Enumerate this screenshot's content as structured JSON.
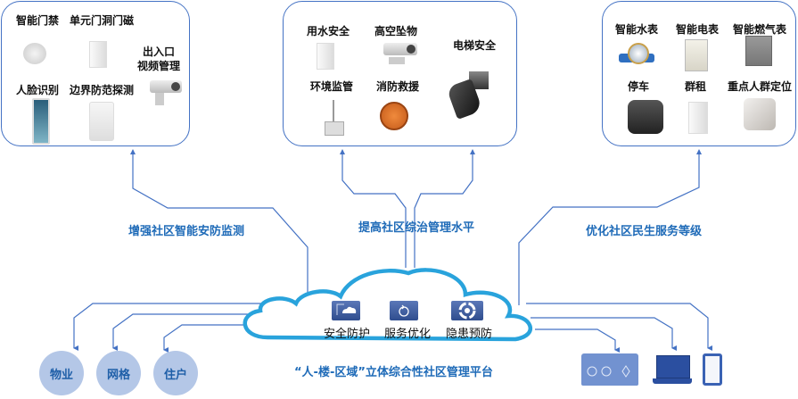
{
  "modules": {
    "security": {
      "items": [
        {
          "label": "智能门禁",
          "icon": "smoke-detector-icon"
        },
        {
          "label": "单元门洞门磁",
          "icon": "door-sensor-icon"
        },
        {
          "label": "出入口\n视频管理",
          "icon": "cctv-camera-icon"
        },
        {
          "label": "人脸识别",
          "icon": "face-recognition-terminal-icon"
        },
        {
          "label": "边界防范探测",
          "icon": "infrared-detector-icon"
        }
      ]
    },
    "governance": {
      "items": [
        {
          "label": "用水安全",
          "icon": "water-sensor-icon"
        },
        {
          "label": "高空坠物",
          "icon": "cctv-camera-icon"
        },
        {
          "label": "电梯安全",
          "icon": "elevator-camera-icon"
        },
        {
          "label": "环境监管",
          "icon": "environment-monitor-icon"
        },
        {
          "label": "消防救援",
          "icon": "gas-detector-icon"
        }
      ]
    },
    "livelihood": {
      "items": [
        {
          "label": "智能水表",
          "icon": "water-meter-icon"
        },
        {
          "label": "智能电表",
          "icon": "electric-meter-icon"
        },
        {
          "label": "智能燃气表",
          "icon": "gas-meter-icon"
        },
        {
          "label": "停车",
          "icon": "parking-sensor-icon"
        },
        {
          "label": "群租",
          "icon": "door-sensor-icon"
        },
        {
          "label": "重点人群定位",
          "icon": "locator-device-icon"
        }
      ]
    }
  },
  "goals": {
    "security": "增强社区智能安防监测",
    "governance": "提高社区综治管理水平",
    "livelihood": "优化社区民生服务等级"
  },
  "cloud": {
    "services": [
      {
        "label": "安全防护",
        "icon": "cloud-icon"
      },
      {
        "label": "服务优化",
        "icon": "refresh-icon"
      },
      {
        "label": "隐患预防",
        "icon": "people-cycle-icon"
      }
    ]
  },
  "users": [
    "物业",
    "网格",
    "住户"
  ],
  "terminals": [
    {
      "name": "big-screen",
      "icon": "dashboard-screen-icon"
    },
    {
      "name": "laptop",
      "icon": "laptop-icon"
    },
    {
      "name": "tablet",
      "icon": "tablet-icon"
    }
  ],
  "platform_title": "“人-楼-区域”立体综合性社区管理平台",
  "colors": {
    "line": "#4472c4",
    "cloud": "#29a3dc",
    "goal_text": "#1f6bb8",
    "user_circle": "#b4c7e7",
    "terminal": "#2f55a4"
  }
}
